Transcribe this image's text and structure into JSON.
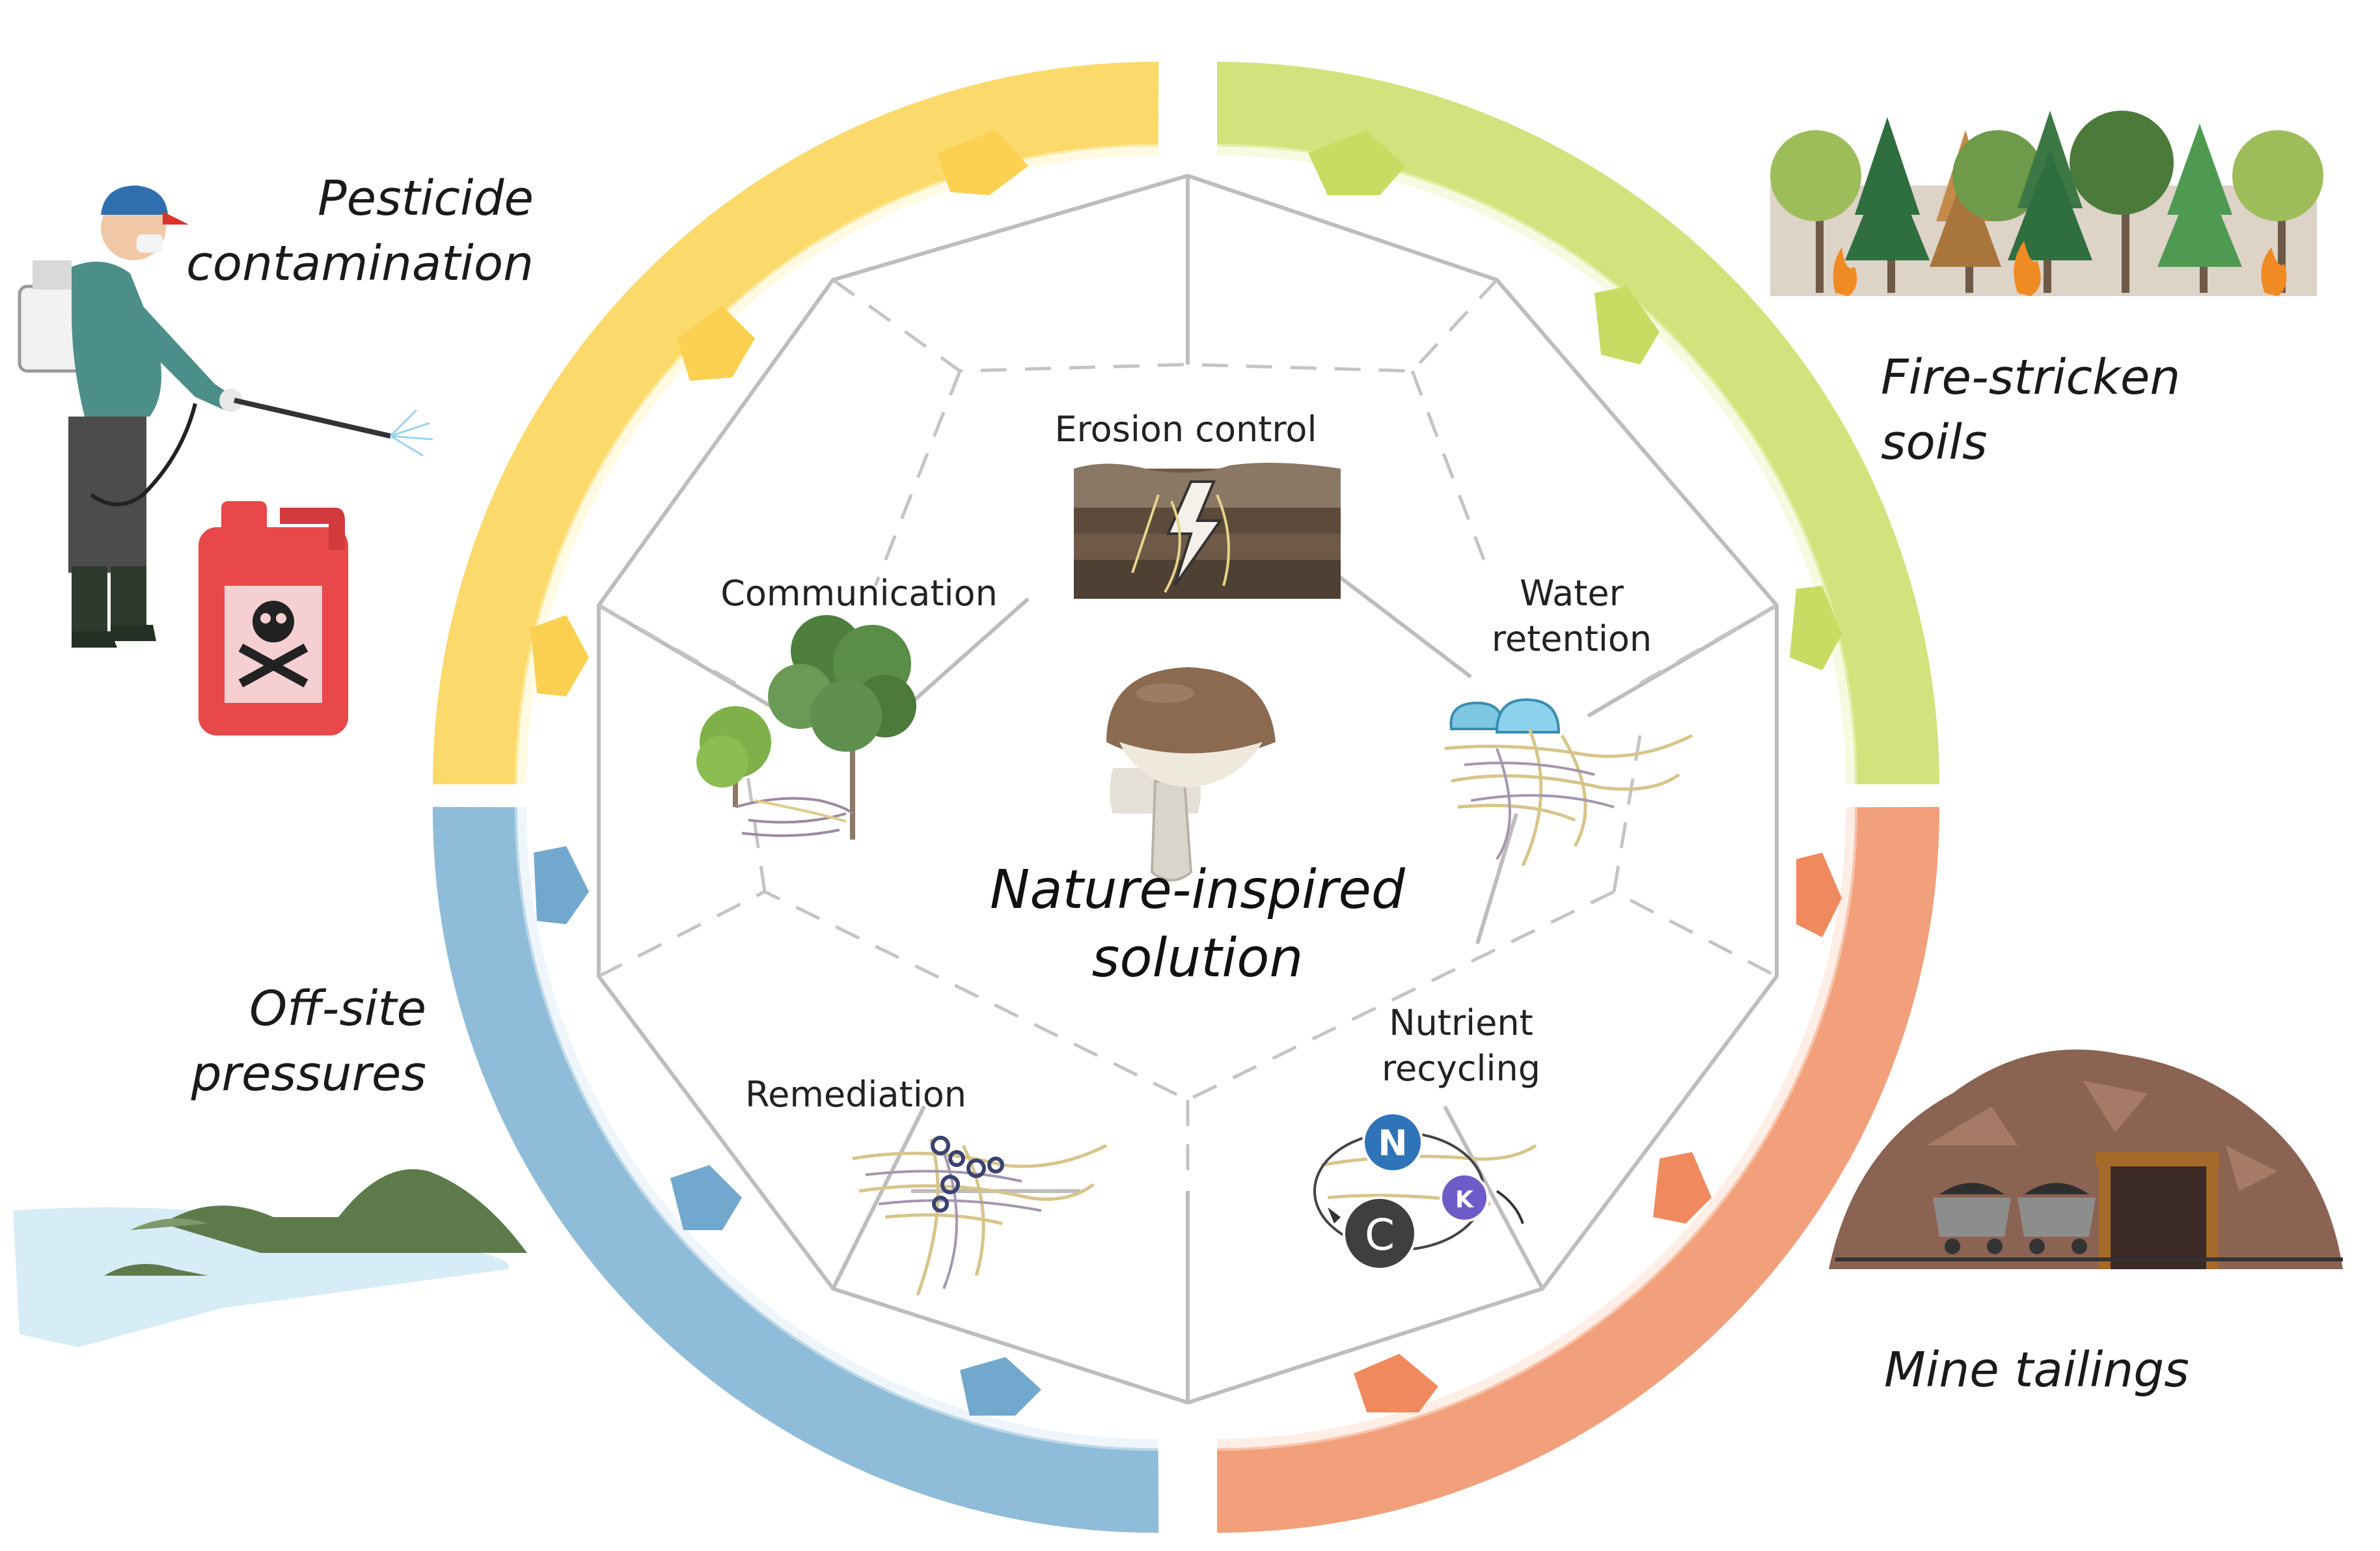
{
  "center": {
    "title_line1": "Nature-inspired",
    "title_line2": "solution",
    "icon": "mushroom-icon"
  },
  "functions": {
    "erosion_control": "Erosion control",
    "communication": "Communication",
    "water_retention_line1": "Water",
    "water_retention_line2": "retention",
    "remediation": "Remediation",
    "nutrient_recycling_line1": "Nutrient",
    "nutrient_recycling_line2": "recycling",
    "nutrients": {
      "n": "N",
      "c": "C",
      "k": "K"
    }
  },
  "pressures": {
    "pesticide_line1": "Pesticide",
    "pesticide_line2": "contamination",
    "fire_line1": "Fire-stricken",
    "fire_line2": "soils",
    "offsite_line1": "Off-site",
    "offsite_line2": "pressures",
    "mine": "Mine tailings"
  },
  "colors": {
    "ring_yellow": "#fbd96a",
    "ring_green": "#d3e27c",
    "ring_orange": "#f2a07b",
    "ring_blue": "#8fbcd8",
    "lines": "#bdbdbd"
  }
}
